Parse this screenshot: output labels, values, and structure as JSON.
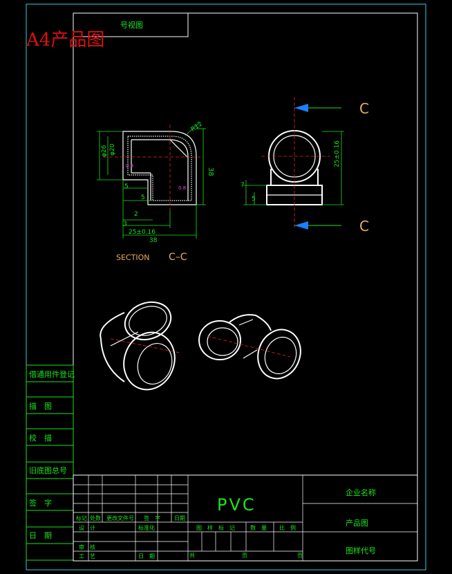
{
  "header": {
    "title": "A4产品图",
    "top_box_label": "号视图",
    "title_color": "#e01010"
  },
  "section_view": {
    "label_section": "SECTION",
    "label_cut": "C–C",
    "dims": {
      "d_outer": "φ26",
      "d_inner": "φ20",
      "radius": "R12",
      "height": "38",
      "width": "38",
      "offset_5a": "5",
      "offset_5b": "5",
      "offset_2": "2",
      "offset_3": "3",
      "len": "25±0.16",
      "roughness": "0.8"
    }
  },
  "side_view": {
    "label_top": "C",
    "label_bottom": "C",
    "dims": {
      "d7": "7",
      "d5": "5",
      "len": "25±0.16"
    }
  },
  "left_panel": [
    "借通用件登记",
    "描　图",
    "校　描",
    "旧底图总号",
    "签　字",
    "日　期"
  ],
  "title_block": {
    "material": "PVC",
    "company": "企业名称",
    "product": "产品图",
    "drawing_code": "图样代号",
    "rev_headers": [
      "标记",
      "处数",
      "更改文件号",
      "签　字",
      "日期"
    ],
    "row_design": "设　计",
    "row_std": "标准化",
    "row_review": "审　核",
    "row_process": "工　艺",
    "row_date": "日　期",
    "stage_headers": [
      "图　样　标　记",
      "数　量",
      "比　例"
    ],
    "sheet_total": "共",
    "sheet_no": "页",
    "sheet_page": "页"
  }
}
